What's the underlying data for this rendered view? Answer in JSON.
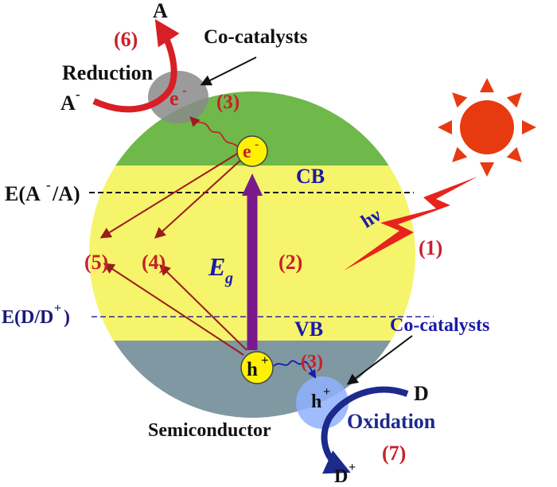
{
  "colors": {
    "cb_band": "#6fb84a",
    "gap_band": "#f6f46a",
    "vb_band": "#7f98a2",
    "arrow_red": "#9b1c1c",
    "label_red": "#c8202a",
    "label_blue": "#1a1aa8",
    "bandgap_arrow": "#7a1a8a",
    "sun": "#e83a10",
    "carrier_fill": "#fff200",
    "cocatalyst_top": "#8a8a8a",
    "cocatalyst_bottom": "#8fb0ff"
  },
  "icons": [
    "sun-icon",
    "lightning-icon"
  ],
  "labels": {
    "reduction_step": "(6)",
    "product_a": "A",
    "reduction": "Reduction",
    "reactant_a": "A",
    "reactant_a_sup": "-",
    "cocatalysts_top": "Co-catalysts",
    "electron_cocat": "e",
    "electron_cocat_sup": "-",
    "transfer_top": "(3)",
    "electron_cb": "e",
    "electron_cb_sup": "-",
    "cb": "CB",
    "redox_a": "E(A",
    "redox_a_sup": "-",
    "redox_a_end": "/A)",
    "hv": "hν",
    "excitation": "(1)",
    "step5": "(5)",
    "step4": "(4)",
    "eg_main": "E",
    "eg_sub": "g",
    "step2": "(2)",
    "redox_d": "E(D/D",
    "redox_d_sup": "+",
    "redox_d_end": ")",
    "vb": "VB",
    "cocatalysts_bottom": "Co-catalysts",
    "hole_vb": "h",
    "hole_vb_sup": "+",
    "transfer_bottom": "(3)",
    "hole_cocat": "h",
    "hole_cocat_sup": "+",
    "product_d": "D",
    "oxidation": "Oxidation",
    "oxidation_step": "(7)",
    "semiconductor": "Semiconductor",
    "product_dplus": "D",
    "product_dplus_sup": "+"
  }
}
